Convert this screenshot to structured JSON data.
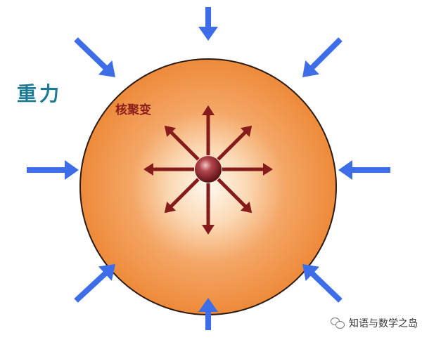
{
  "labels": {
    "gravity": "重力",
    "fusion": "核聚变"
  },
  "watermark": {
    "text": "知语与数学之岛",
    "icon": "wechat-icon"
  },
  "colors": {
    "star_outer": "#ef8b3c",
    "star_inner": "#fff6ea",
    "star_outline": "#2b1a10",
    "core": "#7a1f24",
    "gravity_arrow": "#3d6ee8",
    "fusion_arrow": "#861b1b",
    "gravity_text": "#1f7a94",
    "fusion_text": "#8c1d1d"
  }
}
